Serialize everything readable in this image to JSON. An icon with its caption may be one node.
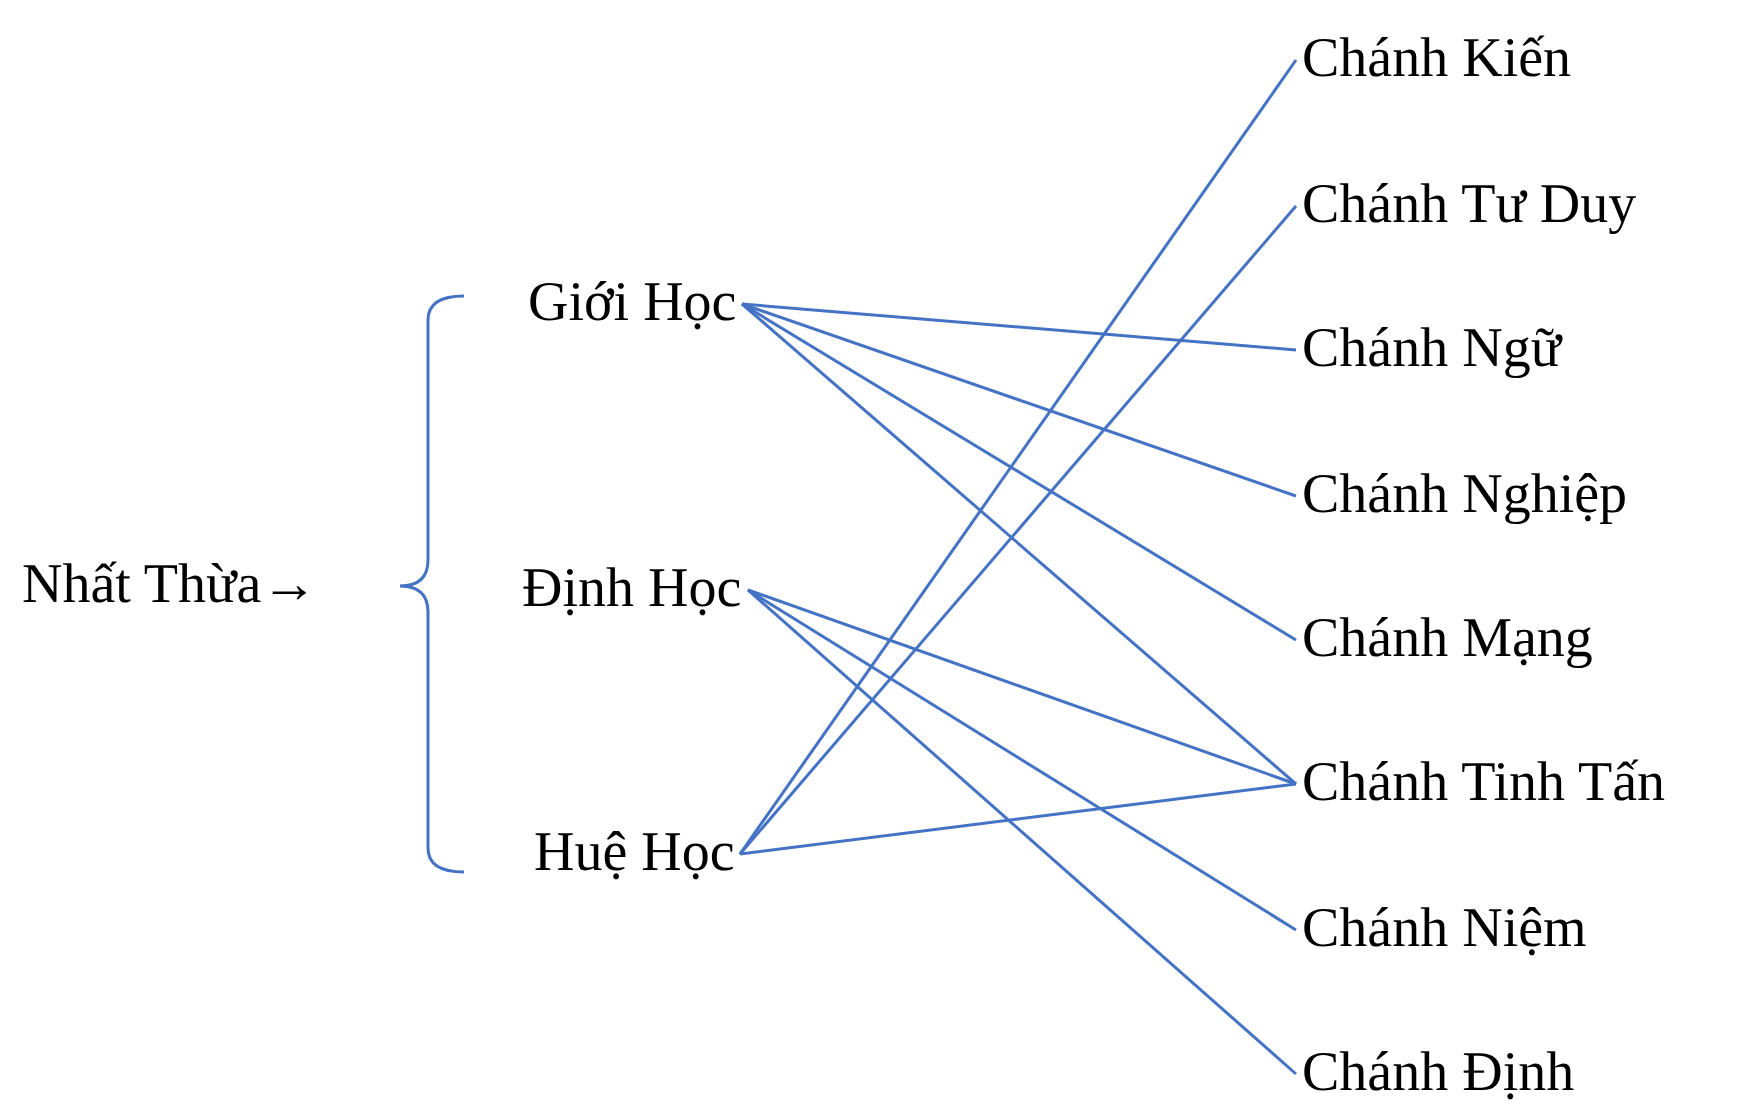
{
  "diagram": {
    "nodes": [
      {
        "text": [
          "Nhất Thừa→"
        ]
      },
      {
        "text": [
          "Giới Học"
        ]
      },
      {
        "text": [
          "Định Học"
        ]
      },
      {
        "text": [
          "Huệ Học"
        ]
      },
      {
        "text": [
          "Chánh Kiến"
        ]
      },
      {
        "text": [
          "Chánh Tư Duy"
        ]
      },
      {
        "text": [
          "Chánh Ngữ"
        ]
      },
      {
        "text": [
          "Chánh Nghiệp"
        ]
      },
      {
        "text": [
          "Chánh Mạng"
        ]
      },
      {
        "text": [
          "Chánh Tinh Tấn"
        ]
      },
      {
        "text": [
          "Chánh Niệm"
        ]
      },
      {
        "text": [
          "Chánh Định"
        ]
      }
    ],
    "edges": [
      {
        "from": 1,
        "to": 6,
        "arrow": "none"
      },
      {
        "from": 1,
        "to": 7,
        "arrow": "none"
      },
      {
        "from": 1,
        "to": 8,
        "arrow": "none"
      },
      {
        "from": 1,
        "to": 9,
        "arrow": "none"
      },
      {
        "from": 2,
        "to": 9,
        "arrow": "none"
      },
      {
        "from": 2,
        "to": 10,
        "arrow": "none"
      },
      {
        "from": 2,
        "to": 11,
        "arrow": "none"
      },
      {
        "from": 3,
        "to": 4,
        "arrow": "none"
      },
      {
        "from": 3,
        "to": 5,
        "arrow": "none"
      },
      {
        "from": 3,
        "to": 9,
        "arrow": "none"
      }
    ]
  }
}
